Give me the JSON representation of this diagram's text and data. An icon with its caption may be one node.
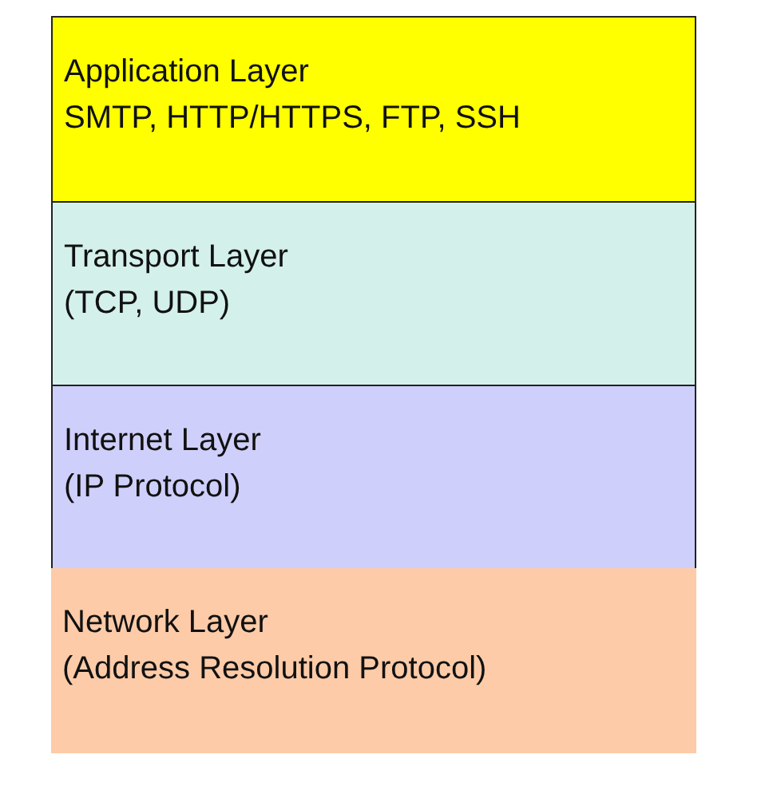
{
  "diagram": {
    "nodes": [
      {
        "text": [
          "Application Layer",
          "SMTP, HTTP/HTTPS, FTP, SSH"
        ]
      },
      {
        "text": [
          "Transport Layer",
          "(TCP, UDP)"
        ]
      },
      {
        "text": [
          "Internet Layer",
          "(IP Protocol)"
        ]
      },
      {
        "text": [
          "Network Layer",
          "(Address Resolution Protocol)"
        ]
      }
    ]
  }
}
